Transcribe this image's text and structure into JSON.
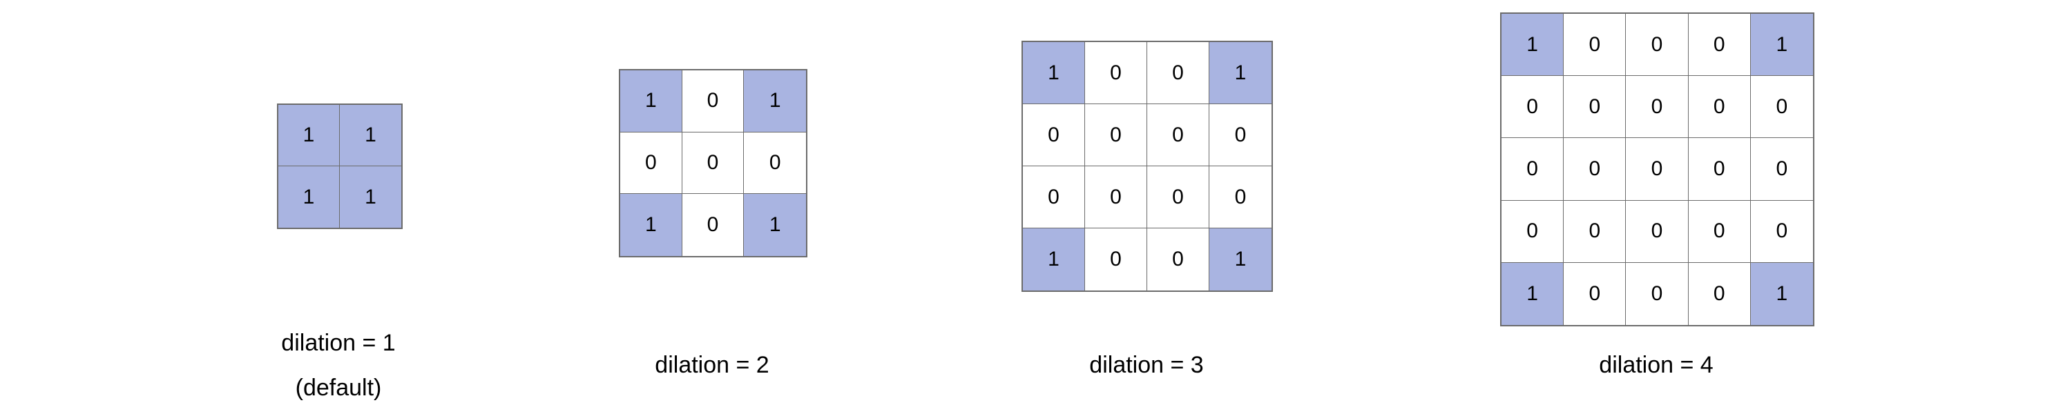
{
  "colors": {
    "active_fill": "#a9b4e1",
    "inactive_fill": "#ffffff",
    "grid_line": "#6b6b6b"
  },
  "kernels": [
    {
      "matrix": [
        [
          "1",
          "1"
        ],
        [
          "1",
          "1"
        ]
      ],
      "caption": "dilation = 1",
      "caption_extra": "(default)"
    },
    {
      "matrix": [
        [
          "1",
          "0",
          "1"
        ],
        [
          "0",
          "0",
          "0"
        ],
        [
          "1",
          "0",
          "1"
        ]
      ],
      "caption": "dilation = 2"
    },
    {
      "matrix": [
        [
          "1",
          "0",
          "0",
          "1"
        ],
        [
          "0",
          "0",
          "0",
          "0"
        ],
        [
          "0",
          "0",
          "0",
          "0"
        ],
        [
          "1",
          "0",
          "0",
          "1"
        ]
      ],
      "caption": "dilation = 3"
    },
    {
      "matrix": [
        [
          "1",
          "0",
          "0",
          "0",
          "1"
        ],
        [
          "0",
          "0",
          "0",
          "0",
          "0"
        ],
        [
          "0",
          "0",
          "0",
          "0",
          "0"
        ],
        [
          "0",
          "0",
          "0",
          "0",
          "0"
        ],
        [
          "1",
          "0",
          "0",
          "0",
          "1"
        ]
      ],
      "caption": "dilation = 4"
    }
  ]
}
